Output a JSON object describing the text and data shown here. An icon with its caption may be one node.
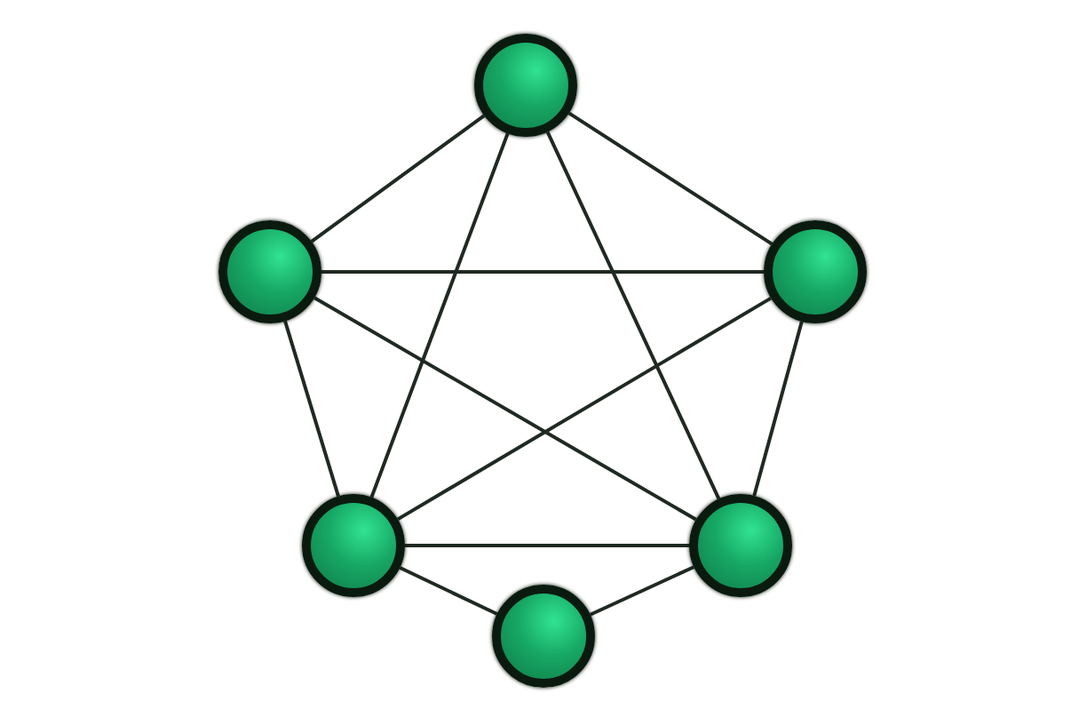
{
  "diagram": {
    "nodes": [
      {
        "text": [],
        "shape": "circle"
      },
      {
        "text": [],
        "shape": "circle"
      },
      {
        "text": [],
        "shape": "circle"
      },
      {
        "text": [],
        "shape": "circle"
      },
      {
        "text": [],
        "shape": "circle"
      },
      {
        "text": [],
        "shape": "circle"
      }
    ],
    "edges": [
      {
        "from": 0,
        "to": 1,
        "arrow": "none"
      },
      {
        "from": 0,
        "to": 2,
        "arrow": "none"
      },
      {
        "from": 0,
        "to": 3,
        "arrow": "none"
      },
      {
        "from": 0,
        "to": 4,
        "arrow": "none"
      },
      {
        "from": 1,
        "to": 2,
        "arrow": "none"
      },
      {
        "from": 1,
        "to": 3,
        "arrow": "none"
      },
      {
        "from": 1,
        "to": 4,
        "arrow": "none"
      },
      {
        "from": 2,
        "to": 3,
        "arrow": "none"
      },
      {
        "from": 2,
        "to": 4,
        "arrow": "none"
      },
      {
        "from": 3,
        "to": 4,
        "arrow": "none"
      },
      {
        "from": 3,
        "to": 5,
        "arrow": "none"
      },
      {
        "from": 4,
        "to": 5,
        "arrow": "none"
      }
    ]
  }
}
